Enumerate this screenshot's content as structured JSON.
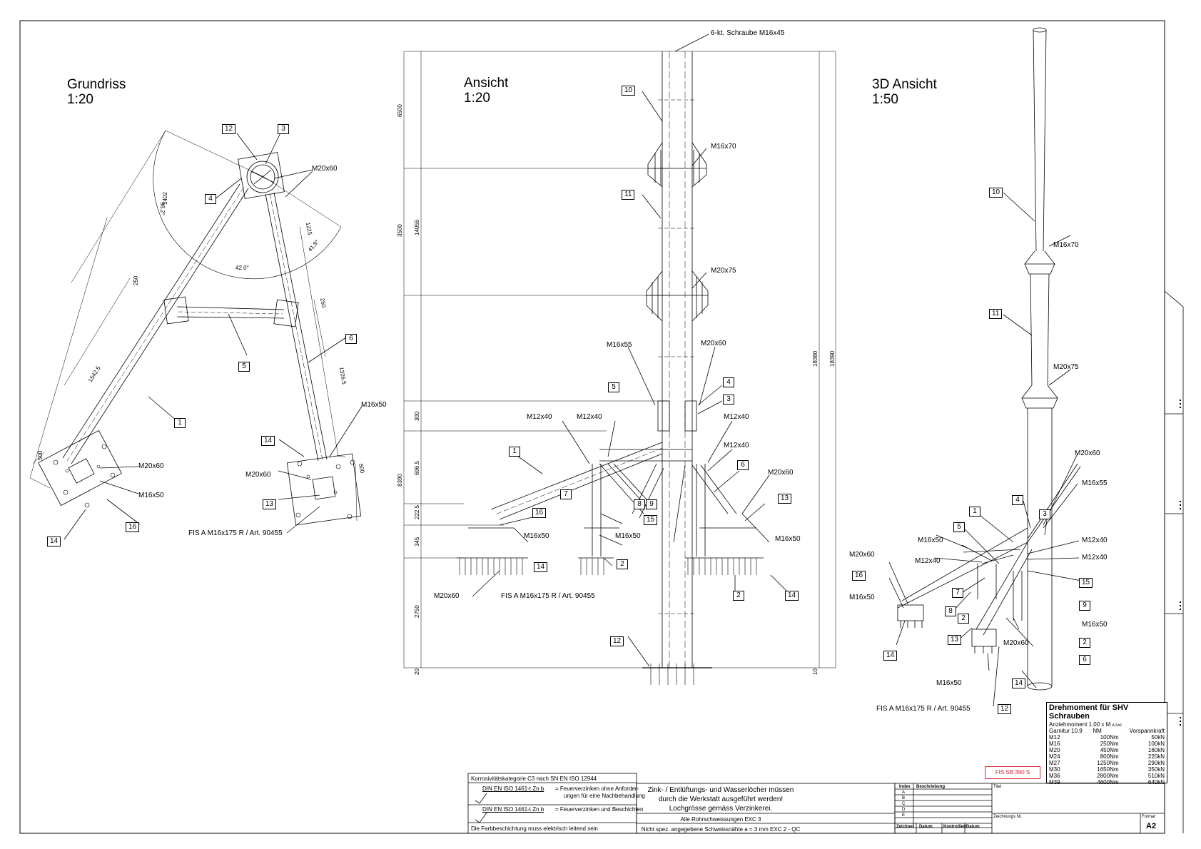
{
  "views": {
    "plan": {
      "title_line1": "Grundriss",
      "title_line2": "1:20"
    },
    "elevation": {
      "title_line1": "Ansicht",
      "title_line2": "1:20"
    },
    "iso": {
      "title_line1": "3D Ansicht",
      "title_line2": "1:50"
    }
  },
  "plan": {
    "dims": {
      "d1402": "1402",
      "d1225": "1225",
      "a98": "98.2°",
      "a42": "42.0°",
      "a41": "41.8°",
      "d250a": "250",
      "d250b": "250",
      "d1542": "1542.5",
      "d1326": "1326.5",
      "d500a": "500",
      "d500b": "500"
    },
    "labels": {
      "m20x60_top": "M20x60",
      "m20x60_left": "M20x60",
      "m16x50_left": "M16x50",
      "m16x50_right": "M16x50",
      "m20x60_right": "M20x60",
      "fis": "FIS A M16x175 R / Art. 90455"
    },
    "items": {
      "i12": "12",
      "i3": "3",
      "i4": "4",
      "i5": "5",
      "i6": "6",
      "i1": "1",
      "i14a": "14",
      "i13": "13",
      "i14b": "14",
      "i16": "16"
    }
  },
  "elevation": {
    "labels": {
      "screw": "6-kt. Schraube M16x45",
      "m16x70": "M16x70",
      "m20x75": "M20x75",
      "m16x55": "M16x55",
      "m20x60a": "M20x60",
      "m12x40a": "M12x40",
      "m12x40b": "M12x40",
      "m12x40c": "M12x40",
      "m12x40d": "M12x40",
      "m20x60b": "M20x60",
      "m16x50a": "M16x50",
      "m16x50b": "M16x50",
      "m16x50c": "M16x50",
      "m20x60c": "M20x60",
      "fis": "FIS A M16x175 R / Art. 90455"
    },
    "items": {
      "i10": "10",
      "i11": "11",
      "i5": "5",
      "i4": "4",
      "i3": "3",
      "i1": "1",
      "i6": "6",
      "i7": "7",
      "i8": "8",
      "i9": "9",
      "i13": "13",
      "i16": "16",
      "i15": "15",
      "i14a": "14",
      "i2a": "2",
      "i2b": "2",
      "i14b": "14",
      "i12": "12"
    },
    "dims": {
      "d6500": "6500",
      "d3500": "3500",
      "d14056": "14056",
      "d300": "300",
      "d696": "696.5",
      "d8390": "8390",
      "d222": "222.5",
      "d345": "345",
      "d2750": "2750",
      "d20": "20",
      "d18380": "18380",
      "d18390": "18390",
      "d10": "10"
    }
  },
  "iso": {
    "labels": {
      "m16x70": "M16x70",
      "m20x75": "M20x75",
      "m20x60a": "M20x60",
      "m16x55": "M16x55",
      "m16x50a": "M16x50",
      "m12x40a": "M12x40",
      "m12x40b": "M12x40",
      "m12x40c": "M12x40",
      "m20x60b": "M20x60",
      "m16x50b": "M16x50",
      "m16x50c": "M16x50",
      "m20x60c": "M20x60",
      "m16x50d": "M16x50",
      "fis": "FIS A M16x175 R / Art. 90455"
    },
    "items": {
      "i10": "10",
      "i11": "11",
      "i1": "1",
      "i4": "4",
      "i3": "3",
      "i5": "5",
      "i16": "16",
      "i15": "15",
      "i7": "7",
      "i9": "9",
      "i8": "8",
      "i2a": "2",
      "i2b": "2",
      "i6": "6",
      "i13": "13",
      "i14a": "14",
      "i14b": "14",
      "i12": "12"
    }
  },
  "torque_table": {
    "title": "Drehmoment für SHV Schrauben",
    "subtitle": "Anziehmoment 1.00 x M",
    "subtitle_small": "A,Soll",
    "col_grade": "Garnitur 10.9",
    "col_nm": "NM",
    "col_force": "Vorspannkraft",
    "rows": [
      {
        "size": "M12",
        "nm": "100Nm",
        "kn": "50kN"
      },
      {
        "size": "M16",
        "nm": "250Nm",
        "kn": "100kN"
      },
      {
        "size": "M20",
        "nm": "450Nm",
        "kn": "160kN"
      },
      {
        "size": "M24",
        "nm": "800Nm",
        "kn": "220kN"
      },
      {
        "size": "M27",
        "nm": "1250Nm",
        "kn": "290kN"
      },
      {
        "size": "M30",
        "nm": "1650Nm",
        "kn": "350kN"
      },
      {
        "size": "M36",
        "nm": "2800Nm",
        "kn": "510kN"
      },
      {
        "size": "M39",
        "nm": "4600Nm",
        "kn": "640kN"
      }
    ]
  },
  "stamp": "FIS SB 390 S",
  "title_block": {
    "corrosion": "Korrosivitätskategorie C3 nach SN EN ISO 12944",
    "galv1_std": "DIN EN ISO 1461-t Zn b",
    "galv1_text_a": "= Feuerverzinken ohne Anforder-",
    "galv1_text_b": "ungen für eine Nachbehandlung",
    "galv2_std": "DIN EN ISO 1461-t Zn b",
    "galv2_text": "= Feuerverzinken und Beschichten",
    "coating": "Die Farbbeschichtung muss elektrisch leitend sein",
    "note_line1": "Zink- / Entlüftungs- und Wasserlöcher müssen",
    "note_line2": "durch die Werkstatt ausgeführt werden!",
    "note_line3": "Lochgrösse gemäss Verzinkerei.",
    "weld_exc": "Alle Rohrschweissungen EXC 3",
    "weld_note": "Nicht spez. angegebene Schweissnähte a = 3 mm EXC 2 - QC",
    "rev_index": "Index",
    "rev_desc": "Beschriebung",
    "rev_rows": [
      "A",
      "B",
      "C",
      "D",
      "E"
    ],
    "sig_drawer": "Zeichner",
    "sig_date": "Datum",
    "sig_checked": "Kontrolliert",
    "sig_date2": "Datum",
    "titel_label": "Titel",
    "drawing_no_label": "Zeichnungs Nr.",
    "format_label": "Format",
    "format_value": "A2"
  }
}
